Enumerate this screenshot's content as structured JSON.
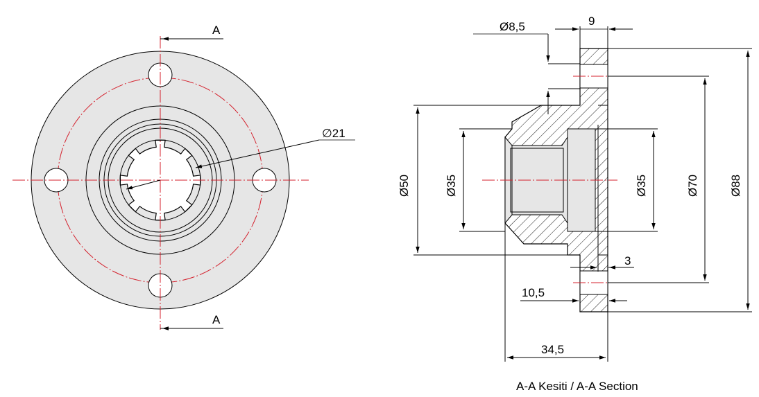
{
  "colors": {
    "fill": "#e6e6e6",
    "centerline": "#d4202c",
    "line": "#000000"
  },
  "front_view": {
    "section_marks": [
      "A",
      "A"
    ],
    "dim_spline": "∅21"
  },
  "section_view": {
    "dims": {
      "hole": "Ø8,5",
      "flange": "9",
      "boss": "Ø50",
      "bore_left": "Ø35",
      "bore_right": "Ø35",
      "pcd": "Ø70",
      "outer": "Ø88",
      "recess": "3",
      "offset": "10,5",
      "length": "34,5"
    },
    "caption": "A-A Kesiti / A-A Section"
  }
}
